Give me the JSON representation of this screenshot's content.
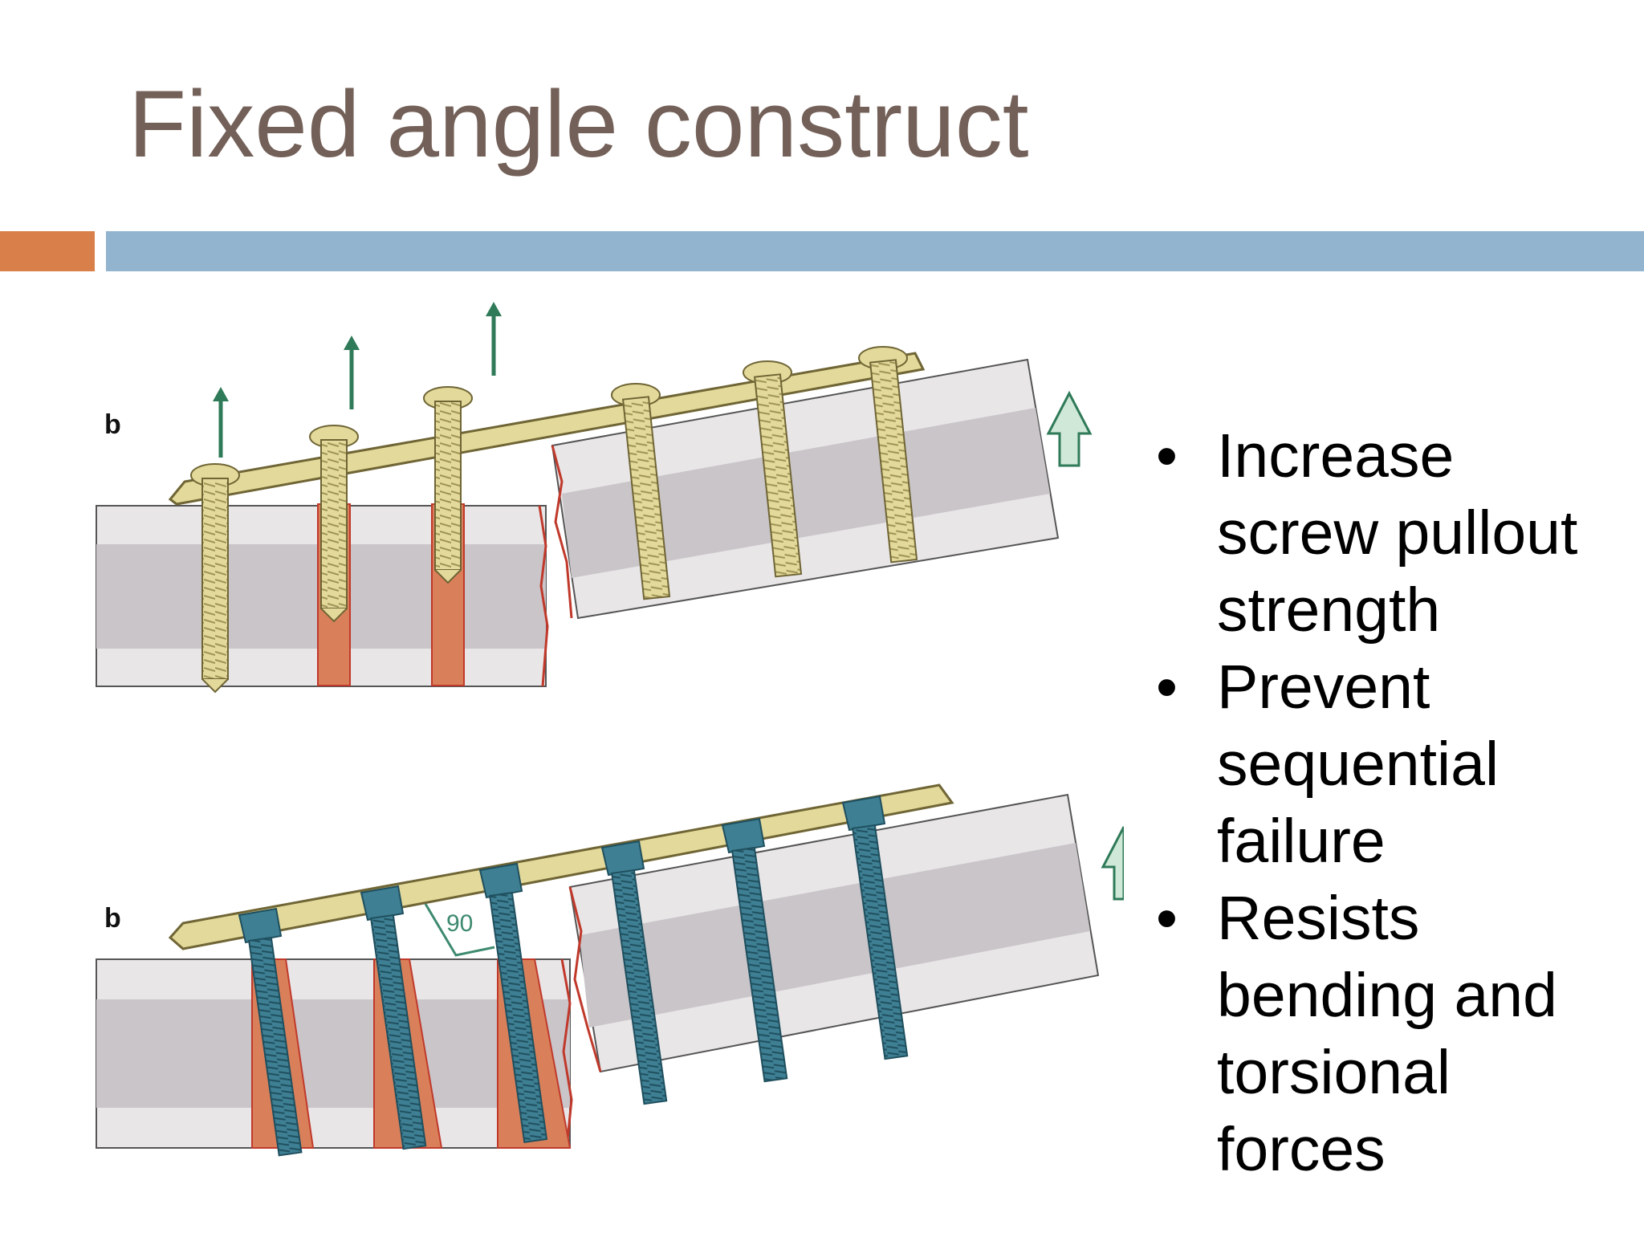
{
  "slide": {
    "title": "Fixed angle construct"
  },
  "figure": {
    "top_panel_label": "b",
    "bottom_panel_label": "b",
    "angle_label": "90"
  },
  "bullets": [
    "Increase screw pullout strength",
    "Prevent sequential failure",
    "Resists bending and torsional forces"
  ],
  "colors": {
    "title": "#736058",
    "accent_orange": "#D9804A",
    "accent_blue": "#93B4CF",
    "screw_gold": "#E3D99A",
    "screw_blue": "#3E7F93",
    "arrow_green": "#2F7A58",
    "arrow_light": "#CFE8D8",
    "bone_light": "#E9E6E8",
    "bone_dark": "#C9C5C9",
    "fracture_red": "#C0392B",
    "hole_orange": "#D9805A"
  },
  "icons": {
    "bullet": "•"
  }
}
